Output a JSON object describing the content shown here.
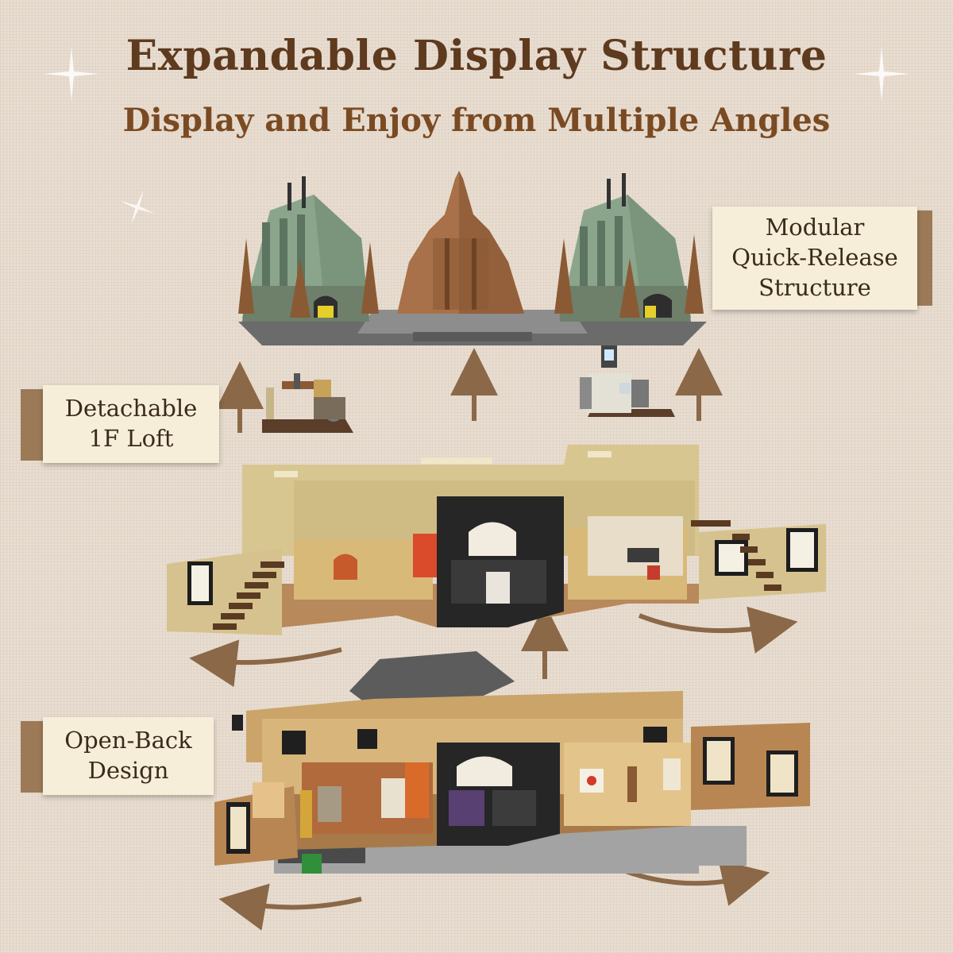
{
  "header": {
    "title": "Expandable Display Structure",
    "subtitle": "Display and Enjoy from Multiple Angles"
  },
  "labels": {
    "modular": "Modular\nQuick-Release\nStructure",
    "loft": "Detachable\n1F Loft",
    "open_back": "Open-Back\nDesign"
  },
  "colors": {
    "background": "#e8ddd0",
    "title": "#5e3a1e",
    "subtitle": "#7a4a22",
    "label_bg": "#f6eed9",
    "label_tab": "#9c7a57",
    "arrow": "#8a6848",
    "roof_green": "#8aa58c",
    "spire_brown": "#8a5a34",
    "wall_tan": "#d8c690",
    "floor_wood": "#b8895a"
  }
}
